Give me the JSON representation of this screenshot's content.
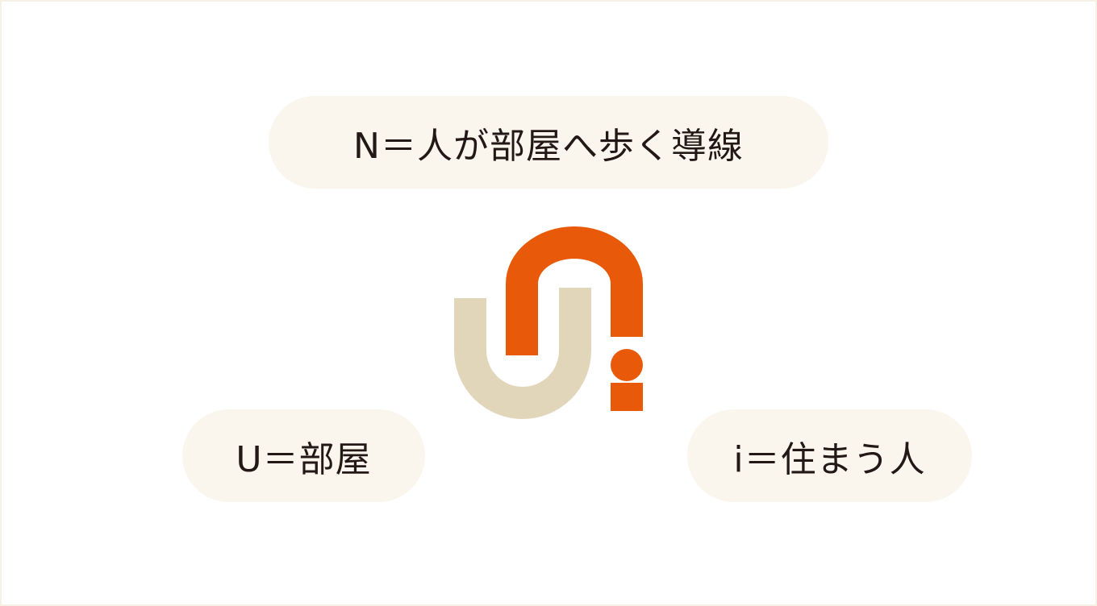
{
  "labels": {
    "n": "N＝人が部屋へ歩く導線",
    "u": "U＝部屋",
    "i": "i＝住まう人"
  },
  "logo": {
    "name": "Uni logo",
    "colors": {
      "u_shape": "#e2d6ba",
      "n_shape": "#e85a0a",
      "i_shape": "#e85a0a"
    }
  },
  "colors": {
    "pill_background": "#faf6ed",
    "text": "#231815",
    "frame_border": "#f6f1e6"
  }
}
